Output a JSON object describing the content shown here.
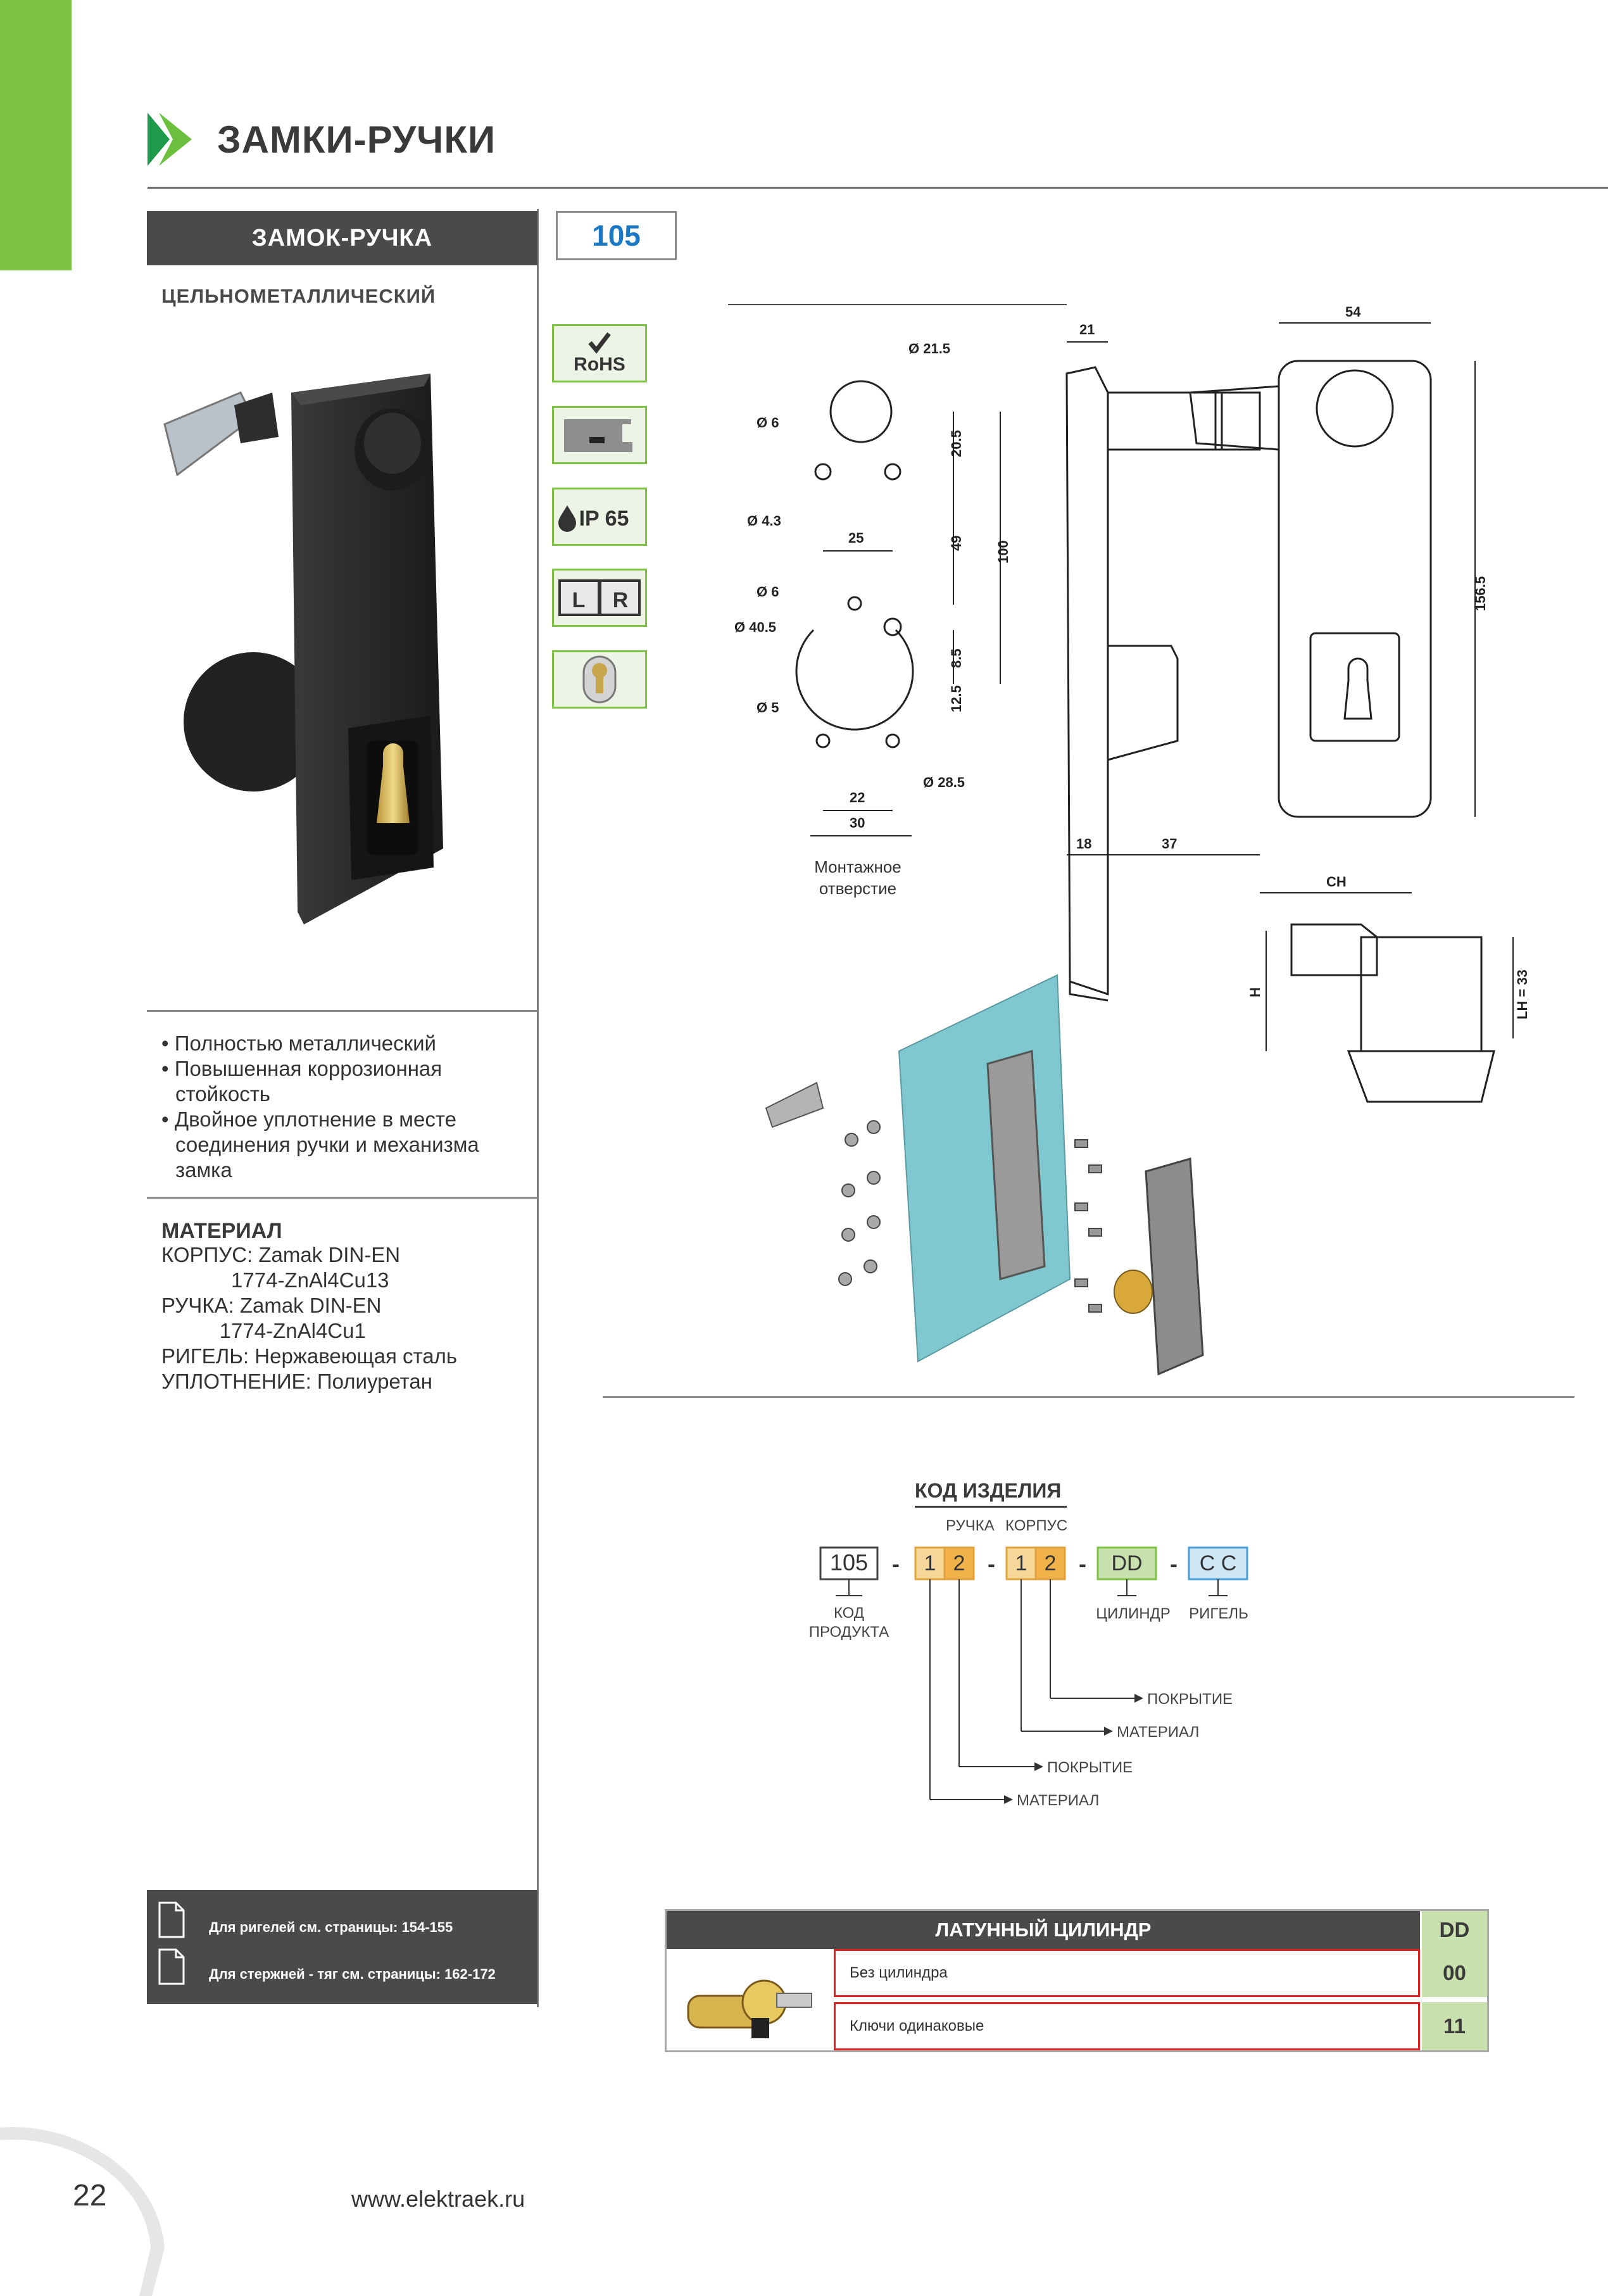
{
  "header": {
    "section_title": "ЗАМКИ-РУЧКИ",
    "product_name": "ЗАМОК-РУЧКА",
    "product_code": "105",
    "subtitle": "ЦЕЛЬНОМЕТАЛЛИЧЕСКИЙ"
  },
  "badges": [
    {
      "icon": "rohs-icon",
      "text": "RoHS"
    },
    {
      "icon": "mounting-profile-icon",
      "text": ""
    },
    {
      "icon": "ip-rating-icon",
      "text": "IP 65"
    },
    {
      "icon": "left-right-icon",
      "text_left": "L",
      "text_right": "R"
    },
    {
      "icon": "cylinder-lock-icon",
      "text": ""
    }
  ],
  "features": [
    "• Полностью металлический",
    "• Повышенная коррозионная стойкость",
    "• Двойное уплотнение в месте соединения ручки и механизма замка"
  ],
  "material": {
    "title": "МАТЕРИАЛ",
    "lines": [
      "КОРПУС: Zamak DIN-EN",
      "            1774-ZnAl4Cu13",
      "РУЧКА: Zamak DIN-EN",
      "          1774-ZnAl4Cu1",
      "РИГЕЛЬ: Нержавеющая сталь",
      "УПЛОТНЕНИЕ: Полиуретан"
    ]
  },
  "notes": [
    "Для ригелей см. страницы: 154-155",
    "Для стержней - тяг см. страницы: 162-172"
  ],
  "drawing": {
    "mounting_label_1": "Монтажное",
    "mounting_label_2": "отверстие",
    "dims": {
      "d21_5": "Ø 21.5",
      "d6a": "Ø 6",
      "d4_3": "Ø 4.3",
      "d6b": "Ø 6",
      "d40_5": "Ø 40.5",
      "d5": "Ø 5",
      "d28_5": "Ø 28.5",
      "w25": "25",
      "w22": "22",
      "w30": "30",
      "h20_5": "20.5",
      "h49": "49",
      "h100": "100",
      "h8_5": "8.5",
      "h12_5": "12.5",
      "side21": "21",
      "side18": "18",
      "side37": "37",
      "front54": "54",
      "front156_5": "156.5",
      "ch": "CH",
      "h": "H",
      "lh": "LH = 33"
    }
  },
  "product_code_section": {
    "title": "КОД ИЗДЕЛИЯ",
    "handle_label": "РУЧКА",
    "body_label": "КОРПУС",
    "code": "105",
    "handle_digits": [
      "1",
      "2"
    ],
    "body_digits": [
      "1",
      "2"
    ],
    "cylinder_code": "DD",
    "bolt_code": "C C",
    "dash": "-",
    "product_code_label_1": "КОД",
    "product_code_label_2": "ПРОДУКТА",
    "cylinder_label": "ЦИЛИНДР",
    "bolt_label": "РИГЕЛЬ",
    "body_coating": "ПОКРЫТИЕ",
    "body_material": "МАТЕРИАЛ",
    "handle_coating": "ПОКРЫТИЕ",
    "handle_material": "МАТЕРИАЛ",
    "colors": {
      "handle": "#f7d79a",
      "body": "#f7d79a",
      "cylinder": "#c8e1ae",
      "bolt": "#cfe6f5"
    }
  },
  "cylinder_table": {
    "title": "ЛАТУННЫЙ ЦИЛИНДР",
    "code_header": "DD",
    "rows": [
      {
        "label": "Без цилиндра",
        "code": "00"
      },
      {
        "label": "Ключи одинаковые",
        "code": "11"
      }
    ]
  },
  "footer": {
    "page_number": "22",
    "url": "www.elektraek.ru"
  }
}
